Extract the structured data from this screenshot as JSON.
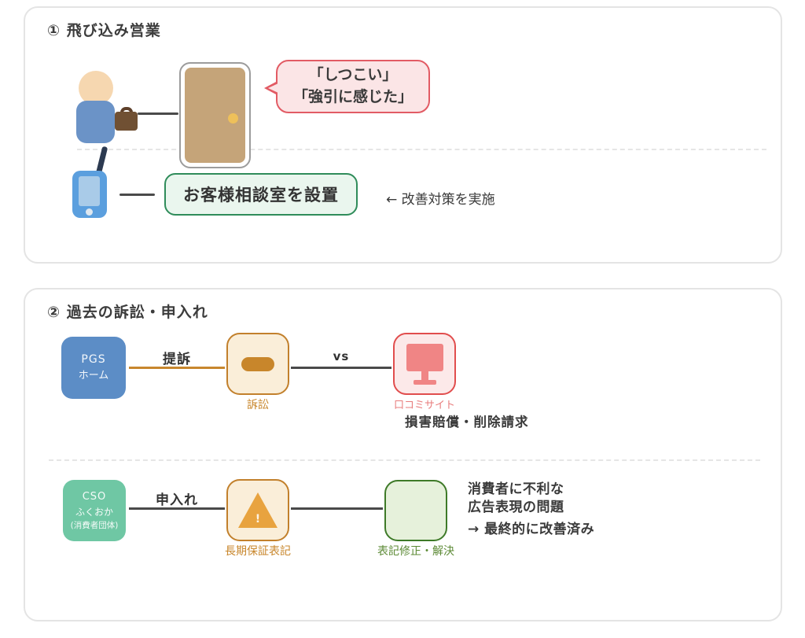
{
  "colors": {
    "panel_border": "#e4e4e4",
    "text_dark": "#3a3a3a",
    "person_blue": "#6b93c7",
    "skin_tone": "#f6d7b0",
    "briefcase_brown": "#705033",
    "door_tan": "#c5a479",
    "door_frame_gray": "#9c9c9c",
    "doorknob_yellow": "#eec05a",
    "bubble_pink_fill": "#fbe5e6",
    "bubble_red_border": "#e25b64",
    "phone_blue": "#5b9fde",
    "phone_screen_blue": "#a9cbe8",
    "consult_green_border": "#2f8c5a",
    "consult_green_fill": "#eaf6ee",
    "pgs_blue": "#5c8dc6",
    "cso_green": "#6fc7a4",
    "lawsuit_orange_border": "#c2802c",
    "lawsuit_cream_fill": "#faeed9",
    "lawsuit_icon_orange": "#c8862b",
    "sue_line_orange": "#c8872e",
    "site_red_border": "#e14d4d",
    "site_pink_fill": "#fce9e9",
    "site_icon_salmon": "#f08585",
    "warning_triangle_orange": "#e8a33f",
    "resolved_green_border": "#3e7a28",
    "resolved_green_fill": "#e6f1db",
    "resolved_label_green": "#5c8a35",
    "connector_dark": "#4a4a4a",
    "dashed_divider_gray": "#e5e5e5"
  },
  "panel1": {
    "title": "① 飛び込み営業",
    "bubble": {
      "line1": "「しつこい」",
      "line2": "「強引に感じた」"
    },
    "consult_box_label": "お客様相談室を設置",
    "note": "← 改善対策を実施"
  },
  "panel2": {
    "title": "② 過去の訴訟・申入れ",
    "row1": {
      "company": {
        "line1": "PGS",
        "line2": "ホーム"
      },
      "edge_label": "提訴",
      "lawsuit_label": "訴訟",
      "vs_label": "vs",
      "site_label": "口コミサイト",
      "claim_text": "損害賠償・削除請求"
    },
    "row2": {
      "org": {
        "line1": "CSO",
        "line2": "ふくおか",
        "line3": "(消費者団体)"
      },
      "edge_label": "申入れ",
      "warning_label": "長期保証表記",
      "warning_exclamation": "!",
      "resolved_label": "表記修正・解決",
      "note": {
        "line1": "消費者に不利な",
        "line2": "広告表現の問題",
        "line3": "→ 最終的に改善済み"
      }
    }
  }
}
